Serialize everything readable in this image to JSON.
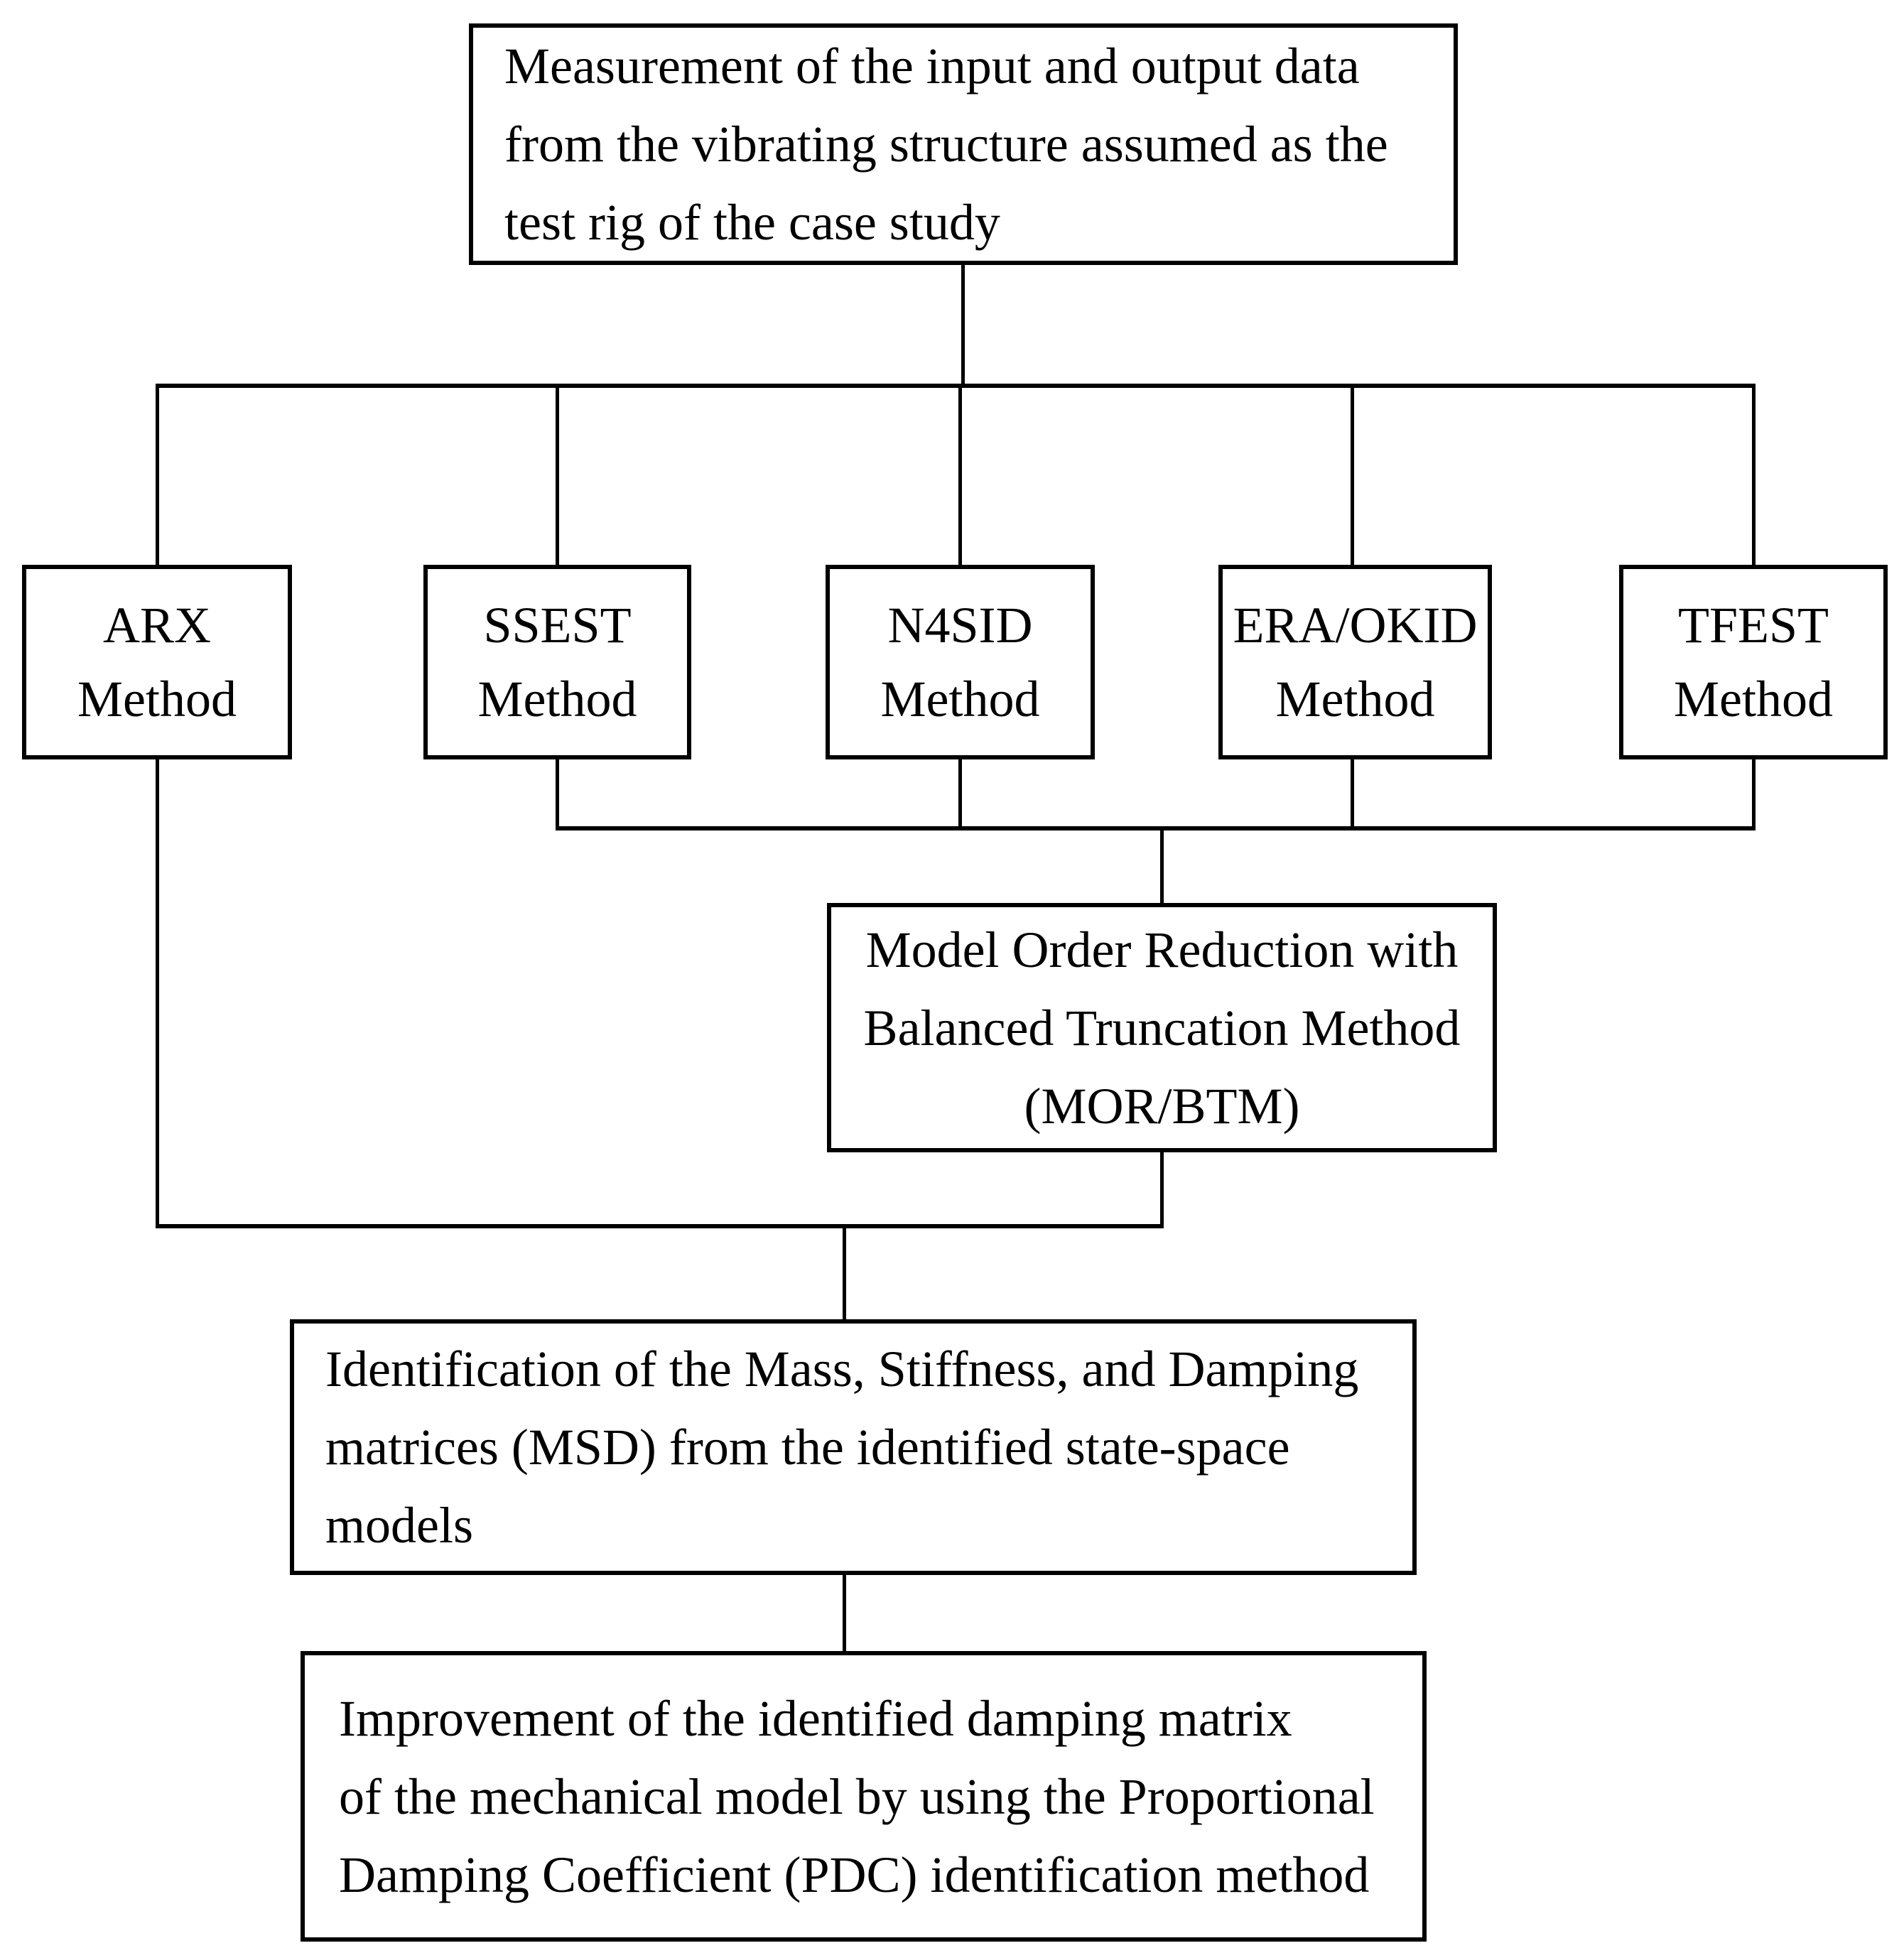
{
  "diagram": {
    "type": "flowchart",
    "colors": {
      "background": "#ffffff",
      "line": "#000000",
      "text": "#000000"
    },
    "boxes": {
      "measurement": {
        "line1": "Measurement of the input and output data",
        "line2": "from the vibrating structure assumed as the",
        "line3": "test rig of the case study"
      },
      "methods": [
        {
          "line1": "ARX",
          "line2": "Method"
        },
        {
          "line1": "SSEST",
          "line2": "Method"
        },
        {
          "line1": "N4SID",
          "line2": "Method"
        },
        {
          "line1": "ERA/OKID",
          "line2": "Method"
        },
        {
          "line1": "TFEST",
          "line2": "Method"
        }
      ],
      "mor": {
        "line1": "Model Order Reduction with",
        "line2": "Balanced Truncation Method",
        "line3": "(MOR/BTM)"
      },
      "msd": {
        "line1": "Identification of the Mass, Stiffness, and Damping",
        "line2": "matrices (MSD) from the identified state-space",
        "line3": "models"
      },
      "pdc": {
        "line1": "Improvement of the identified damping matrix",
        "line2": "of the mechanical model by using the Proportional",
        "line3": "Damping Coefficient (PDC) identification method"
      }
    }
  }
}
